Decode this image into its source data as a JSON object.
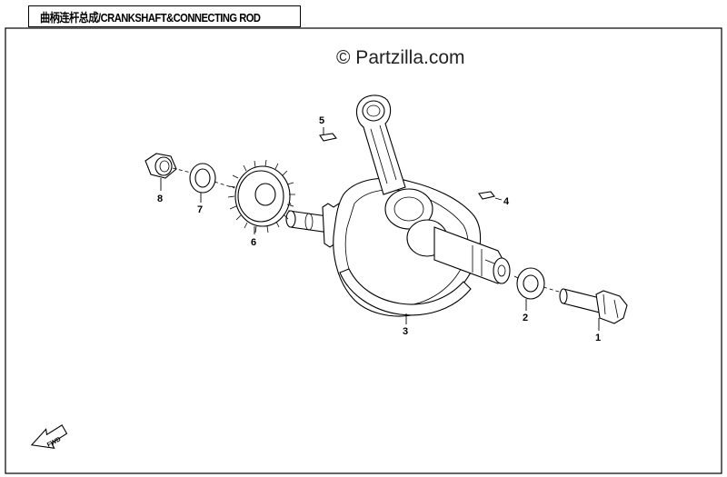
{
  "header": {
    "title": "曲柄连杆总成/CRANKSHAFT&CONNECTING ROD"
  },
  "watermark": {
    "text": "© Partzilla.com"
  },
  "callouts": [
    {
      "number": "1",
      "part": "bolt"
    },
    {
      "number": "2",
      "part": "washer"
    },
    {
      "number": "3",
      "part": "crankshaft-connecting-rod-assembly"
    },
    {
      "number": "4",
      "part": "key"
    },
    {
      "number": "5",
      "part": "key"
    },
    {
      "number": "6",
      "part": "gear"
    },
    {
      "number": "7",
      "part": "washer"
    },
    {
      "number": "8",
      "part": "nut"
    }
  ],
  "direction_badge": {
    "text": "FWD"
  },
  "colors": {
    "line": "#000000",
    "background": "#ffffff"
  }
}
